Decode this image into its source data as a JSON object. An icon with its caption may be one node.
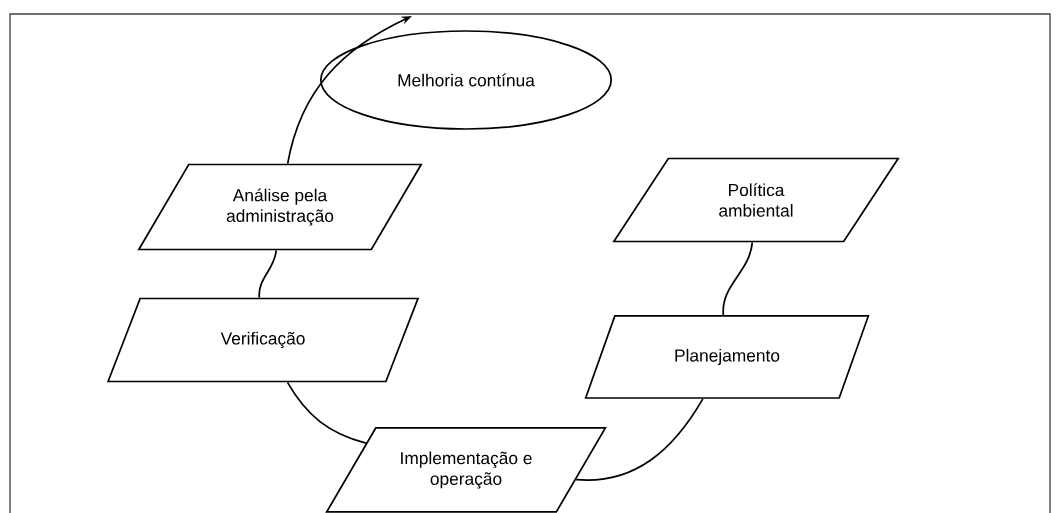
{
  "diagram": {
    "nodes": [
      {
        "text": [
          "Melhoria contínua"
        ]
      },
      {
        "text": [
          "Análise pela administração"
        ]
      },
      {
        "text": [
          "Política ambiental"
        ]
      },
      {
        "text": [
          "Verificação"
        ]
      },
      {
        "text": [
          "Planejamento"
        ]
      },
      {
        "text": [
          "Implementação e operação"
        ]
      }
    ],
    "edges": [
      {
        "from": 2,
        "to": 4,
        "arrow": "none"
      },
      {
        "from": 4,
        "to": 5,
        "arrow": "none"
      },
      {
        "from": 5,
        "to": 3,
        "arrow": "none"
      },
      {
        "from": 3,
        "to": 1,
        "arrow": "none"
      },
      {
        "from": 1,
        "to": null,
        "arrow": "to"
      }
    ]
  }
}
